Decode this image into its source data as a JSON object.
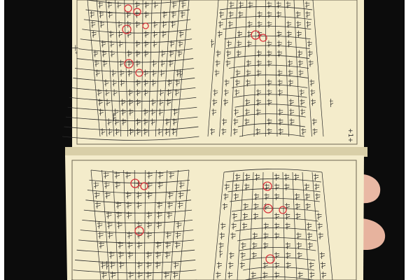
{
  "photo": {
    "subject": "open-handwritten-booklet",
    "colors": {
      "background": "#ffffff",
      "backdrop": "#0c0c0c",
      "paper": "#f4eccb",
      "paper_shadow": "#d9cfa8",
      "ink": "#2a2a2a",
      "mark": "#d8323a",
      "skin": "#e9b8a4"
    },
    "page_marks": {
      "upper_page_number": "+1+",
      "upper_left_mark": "十°"
    }
  }
}
